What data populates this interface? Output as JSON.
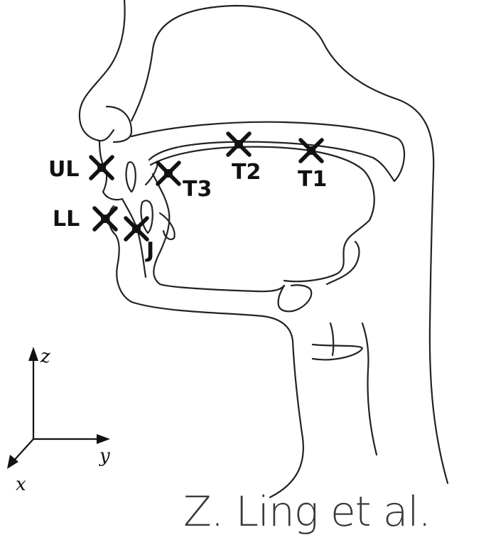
{
  "sensors": [
    {
      "id": "UL",
      "label": "UL"
    },
    {
      "id": "LL",
      "label": "LL"
    },
    {
      "id": "J",
      "label": "J"
    },
    {
      "id": "T3",
      "label": "T3"
    },
    {
      "id": "T2",
      "label": "T2"
    },
    {
      "id": "T1",
      "label": "T1"
    }
  ],
  "axes": {
    "z": "z",
    "y": "y",
    "x": "x"
  },
  "credit": "Z. Ling et al."
}
